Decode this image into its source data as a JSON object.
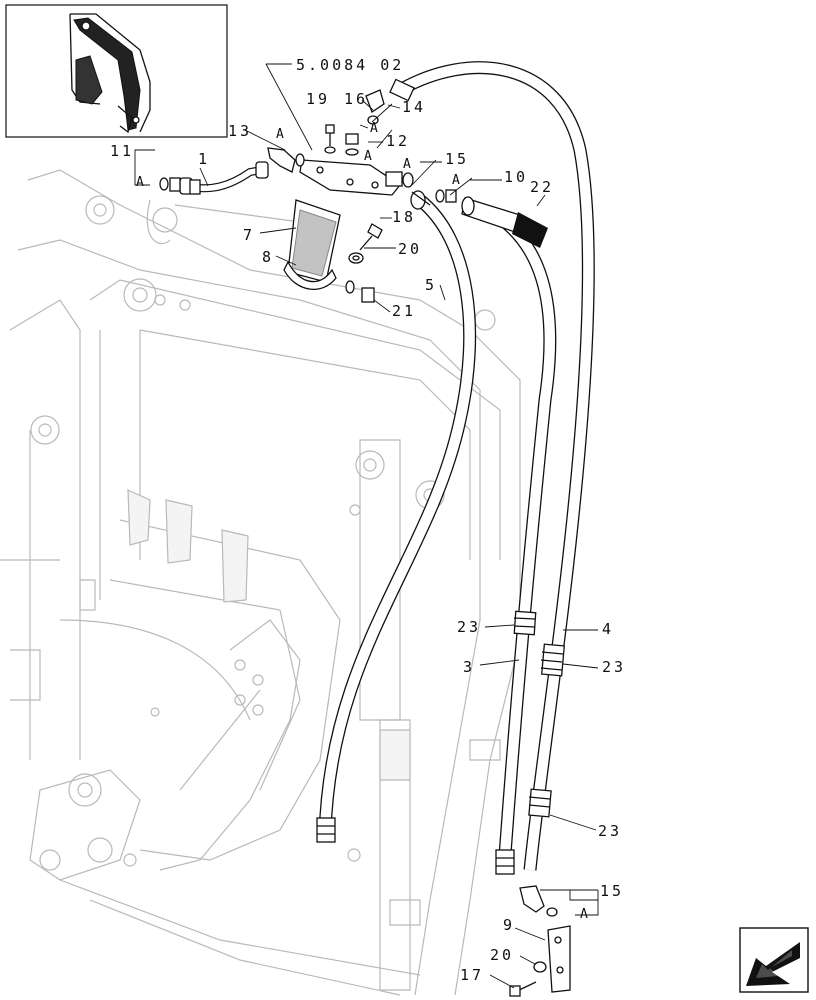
{
  "reference": "5.0084 02",
  "labels": {
    "l1": "1",
    "l3": "3",
    "l4": "4",
    "l5": "5",
    "l7": "7",
    "l8": "8",
    "l9": "9",
    "l10": "10",
    "l11": "11",
    "l12": "12",
    "l13": "13",
    "l14": "14",
    "l15a": "15",
    "l15b": "15",
    "l16": "16",
    "l17": "17",
    "l18": "18",
    "l19": "19",
    "l20a": "20",
    "l20b": "20",
    "l21": "21",
    "l22": "22",
    "l23a": "23",
    "l23b": "23",
    "l23c": "23"
  },
  "detail_marker": "A",
  "icons": {
    "thumbnail": "excavator-arm-thumbnail-icon",
    "navigation": "previous-page-arrow-icon"
  }
}
